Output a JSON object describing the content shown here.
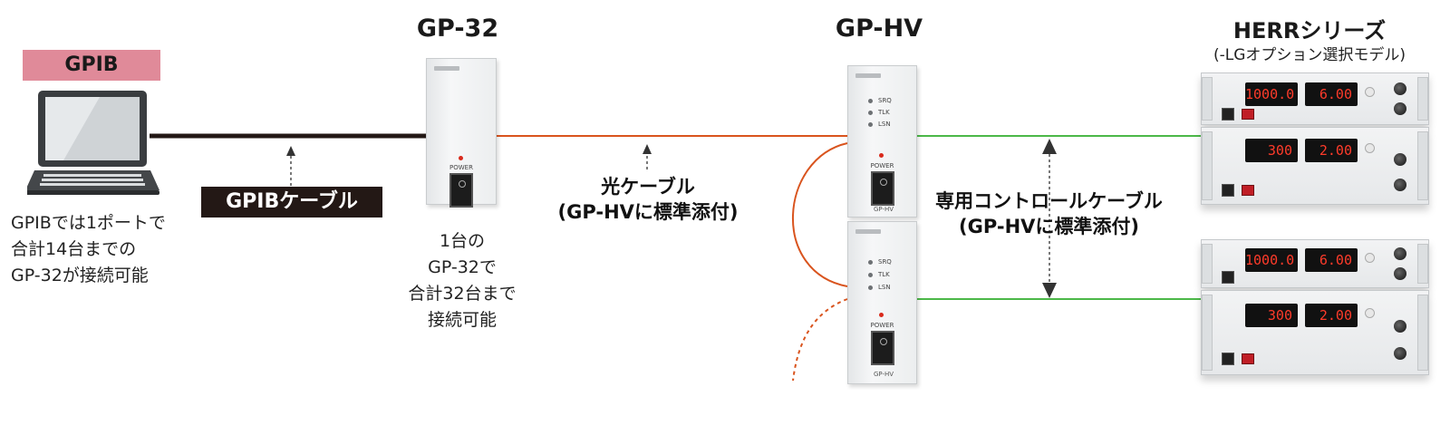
{
  "gpib_tag": "GPIB",
  "pc_caption": [
    "GPIBでは1ポートで",
    "合計14台までの",
    "GP-32が接続可能"
  ],
  "gpib_cable_label": "GPIBケーブル",
  "gp32": {
    "title": "GP-32",
    "caption": [
      "1台の",
      "GP-32で",
      "合計32台まで",
      "接続可能"
    ],
    "power_label": "POWER"
  },
  "optical_cable": {
    "line1": "光ケーブル",
    "line2": "(GP-HVに標準添付)"
  },
  "gphv": {
    "title": "GP-HV",
    "leds": [
      "SRQ",
      "TLK",
      "LSN"
    ],
    "power_label": "POWER",
    "model_label": "GP-HV"
  },
  "control_cable": {
    "line1": "専用コントロールケーブル",
    "line2": "(GP-HVに標準添付)"
  },
  "herr": {
    "title": "HERRシリーズ",
    "subtitle": "(-LGオプション選択モデル)",
    "units": [
      {
        "v": "1000.0",
        "a": "6.00"
      },
      {
        "v": "300",
        "a": "2.00"
      },
      {
        "v": "1000.0",
        "a": "6.00"
      },
      {
        "v": "300",
        "a": "2.00"
      }
    ]
  },
  "colors": {
    "gpib_cable": "#231815",
    "optical_cable": "#d9541e",
    "control_cable": "#4cb848",
    "gpib_tag_bg": "#e08a99"
  }
}
